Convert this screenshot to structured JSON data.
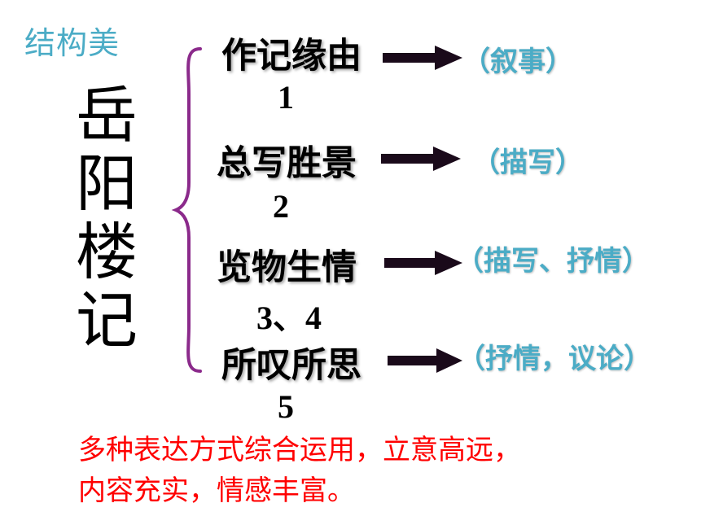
{
  "heading": "结构美",
  "title_chars": [
    "岳",
    "阳",
    "楼",
    "记"
  ],
  "parts": [
    {
      "label": "作记缘由",
      "paragraph": "1",
      "mode": "（叙事）"
    },
    {
      "label": "总写胜景",
      "paragraph": "2",
      "mode": "（描写）"
    },
    {
      "label": "览物生情",
      "paragraph": "3、4",
      "mode": "（描写、抒情）"
    },
    {
      "label": "所叹所思",
      "paragraph": "5",
      "mode": "（抒情，议论）"
    }
  ],
  "summary": {
    "line1": "多种表达方式综合运用，立意高远，",
    "line2": "内容充实，情感丰富。"
  },
  "colors": {
    "heading": "#4bacc6",
    "arrow": "#1a0a1a",
    "brace": "#8b2a8b",
    "summary": "#ff0000"
  }
}
